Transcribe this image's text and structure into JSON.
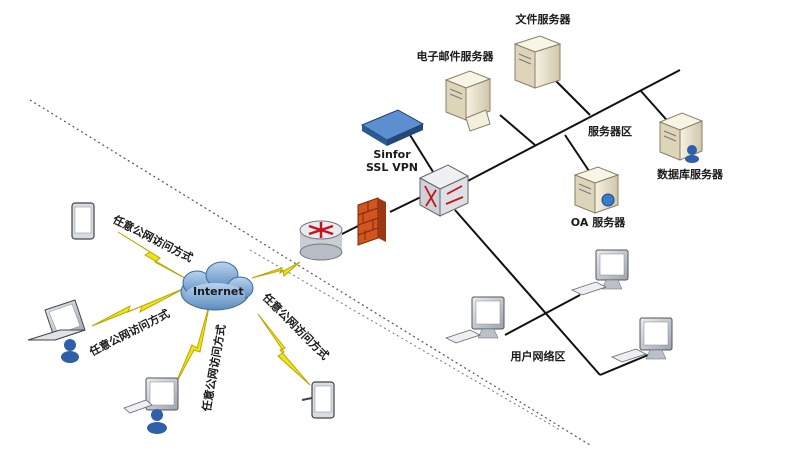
{
  "labels": {
    "file_server": "文件服务器",
    "mail_server": "电子邮件服务器",
    "server_zone": "服务器区",
    "db_server": "数据库服务器",
    "oa_server": "OA 服务器",
    "vpn_line1": "Sinfor",
    "vpn_line2": "SSL VPN",
    "user_zone": "用户网络区",
    "internet": "Internet",
    "access_method": "任意公网访问方式"
  },
  "colors": {
    "lightning": "#f2e21a",
    "lightning_stroke": "#b8a800",
    "firewall": "#d2541f",
    "cloud": "#8fb3d9",
    "vpn_box": "#3e6fb0",
    "router": "#d9dde3",
    "router_arrows": "#c0161b",
    "server_body": "#efe8d4",
    "network_line": "#111111"
  },
  "icons": [
    "router-icon",
    "firewall-icon",
    "switch-icon",
    "vpn-appliance-icon",
    "server-icon",
    "monitor-icon",
    "laptop-icon",
    "tablet-icon",
    "cloud-icon",
    "lightning-icon",
    "user-icon",
    "globe-icon"
  ]
}
